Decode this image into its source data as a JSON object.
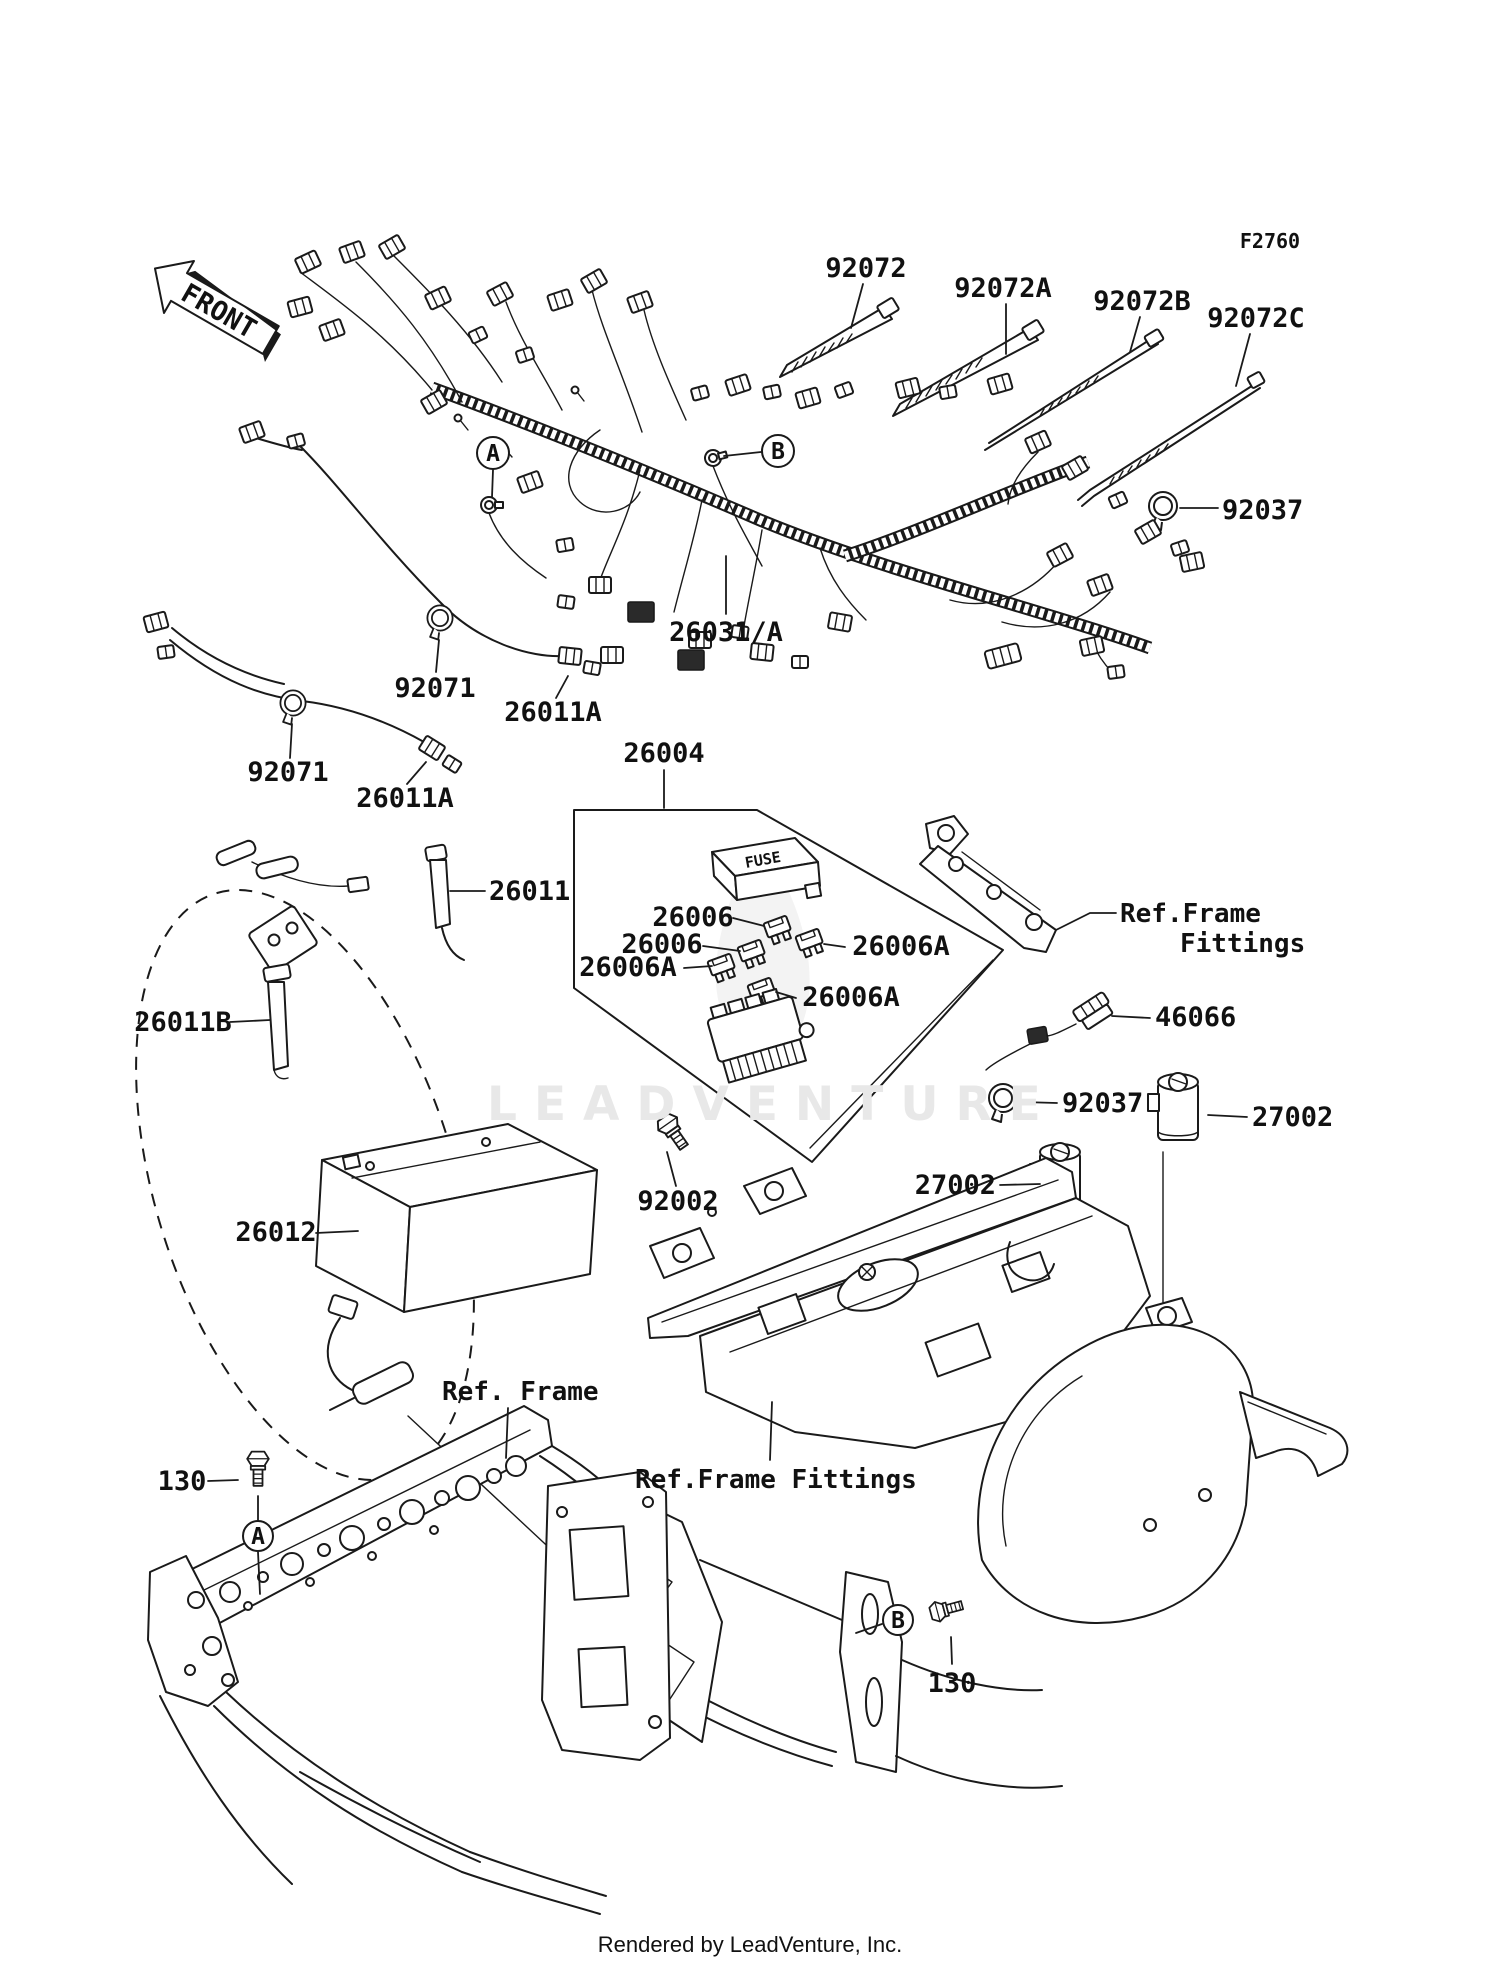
{
  "figure": {
    "code": "F2760",
    "front_arrow": "FRONT",
    "fuse_box_text": "FUSE",
    "watermark": "LEADVENTURE",
    "footer": "Rendered by LeadVenture, Inc."
  },
  "callouts": {
    "a": "A",
    "b": "B"
  },
  "labels": {
    "tie_1": "92072",
    "tie_2": "92072A",
    "tie_3": "92072B",
    "tie_4": "92072C",
    "clamp_top": "92037",
    "harness": "26031/A",
    "clamp_left_upper": "92071",
    "cable_left_upper": "26011A",
    "clamp_left_lower": "92071",
    "cable_left_lower": "26011A",
    "fuse_assy": "26004",
    "battery_cable_pos": "26011",
    "fuse_1": "26006",
    "fuse_2": "26006",
    "fuse_a_left": "26006A",
    "fuse_a_right": "26006A",
    "fuse_a_bottom": "26006A",
    "ref_frame_fittings_line1": "Ref.Frame",
    "ref_frame_fittings_line2": "Fittings",
    "connector": "46066",
    "clamp_mid": "92037",
    "relay_right": "27002",
    "relay_left": "27002",
    "battery_cable_neg": "26011B",
    "battery": "26012",
    "bolt_tray": "92002",
    "ref_frame": "Ref. Frame",
    "ref_frame_fittings_bottom": "Ref.Frame Fittings",
    "bolt_frame_a": "130",
    "bolt_frame_b": "130"
  }
}
